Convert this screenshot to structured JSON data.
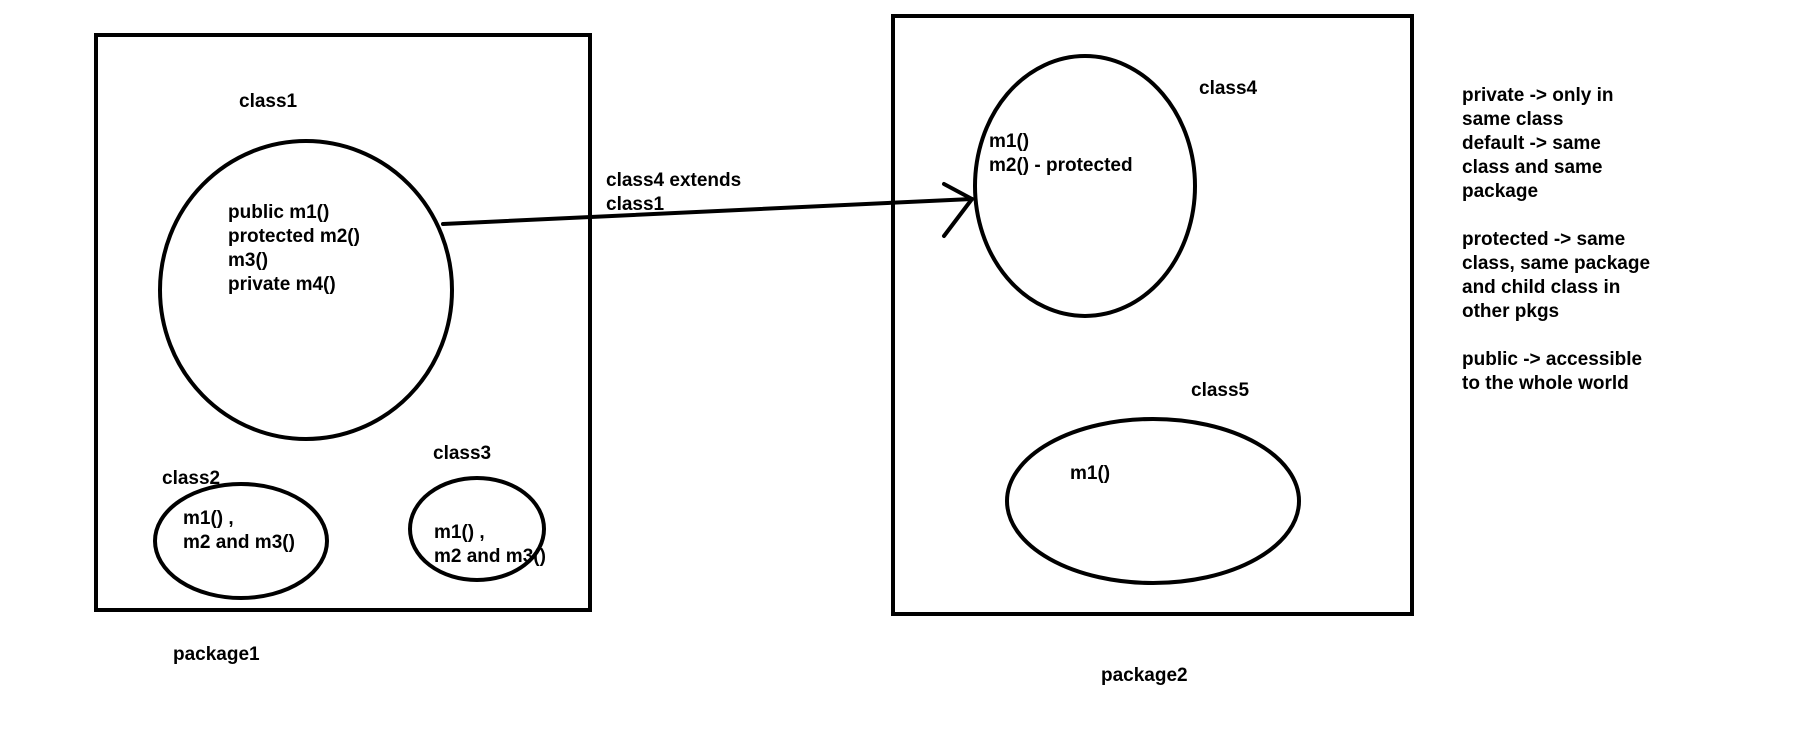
{
  "diagram": {
    "package1": {
      "label": "package1",
      "class1": {
        "label": "class1",
        "methods": [
          "public m1()",
          "protected m2()",
          "m3()",
          "private m4()"
        ]
      },
      "class2": {
        "label": "class2",
        "lines": [
          "m1() ,",
          "m2 and m3()"
        ]
      },
      "class3": {
        "label": "class3",
        "lines": [
          "m1() ,",
          "m2 and m3()"
        ]
      }
    },
    "package2": {
      "label": "package2",
      "class4": {
        "label": "class4",
        "lines": [
          "m1()",
          "m2() - protected"
        ]
      },
      "class5": {
        "label": "class5",
        "lines": [
          "m1()"
        ]
      }
    },
    "arrow": {
      "label_lines": [
        "class4 extends",
        "class1"
      ]
    },
    "notes": [
      "private -> only in",
      "same class",
      "default -> same",
      "class and same",
      "package",
      "",
      "protected -> same",
      "class, same package",
      "and child class in",
      "other pkgs",
      "",
      "public -> accessible",
      "to the whole world"
    ]
  }
}
